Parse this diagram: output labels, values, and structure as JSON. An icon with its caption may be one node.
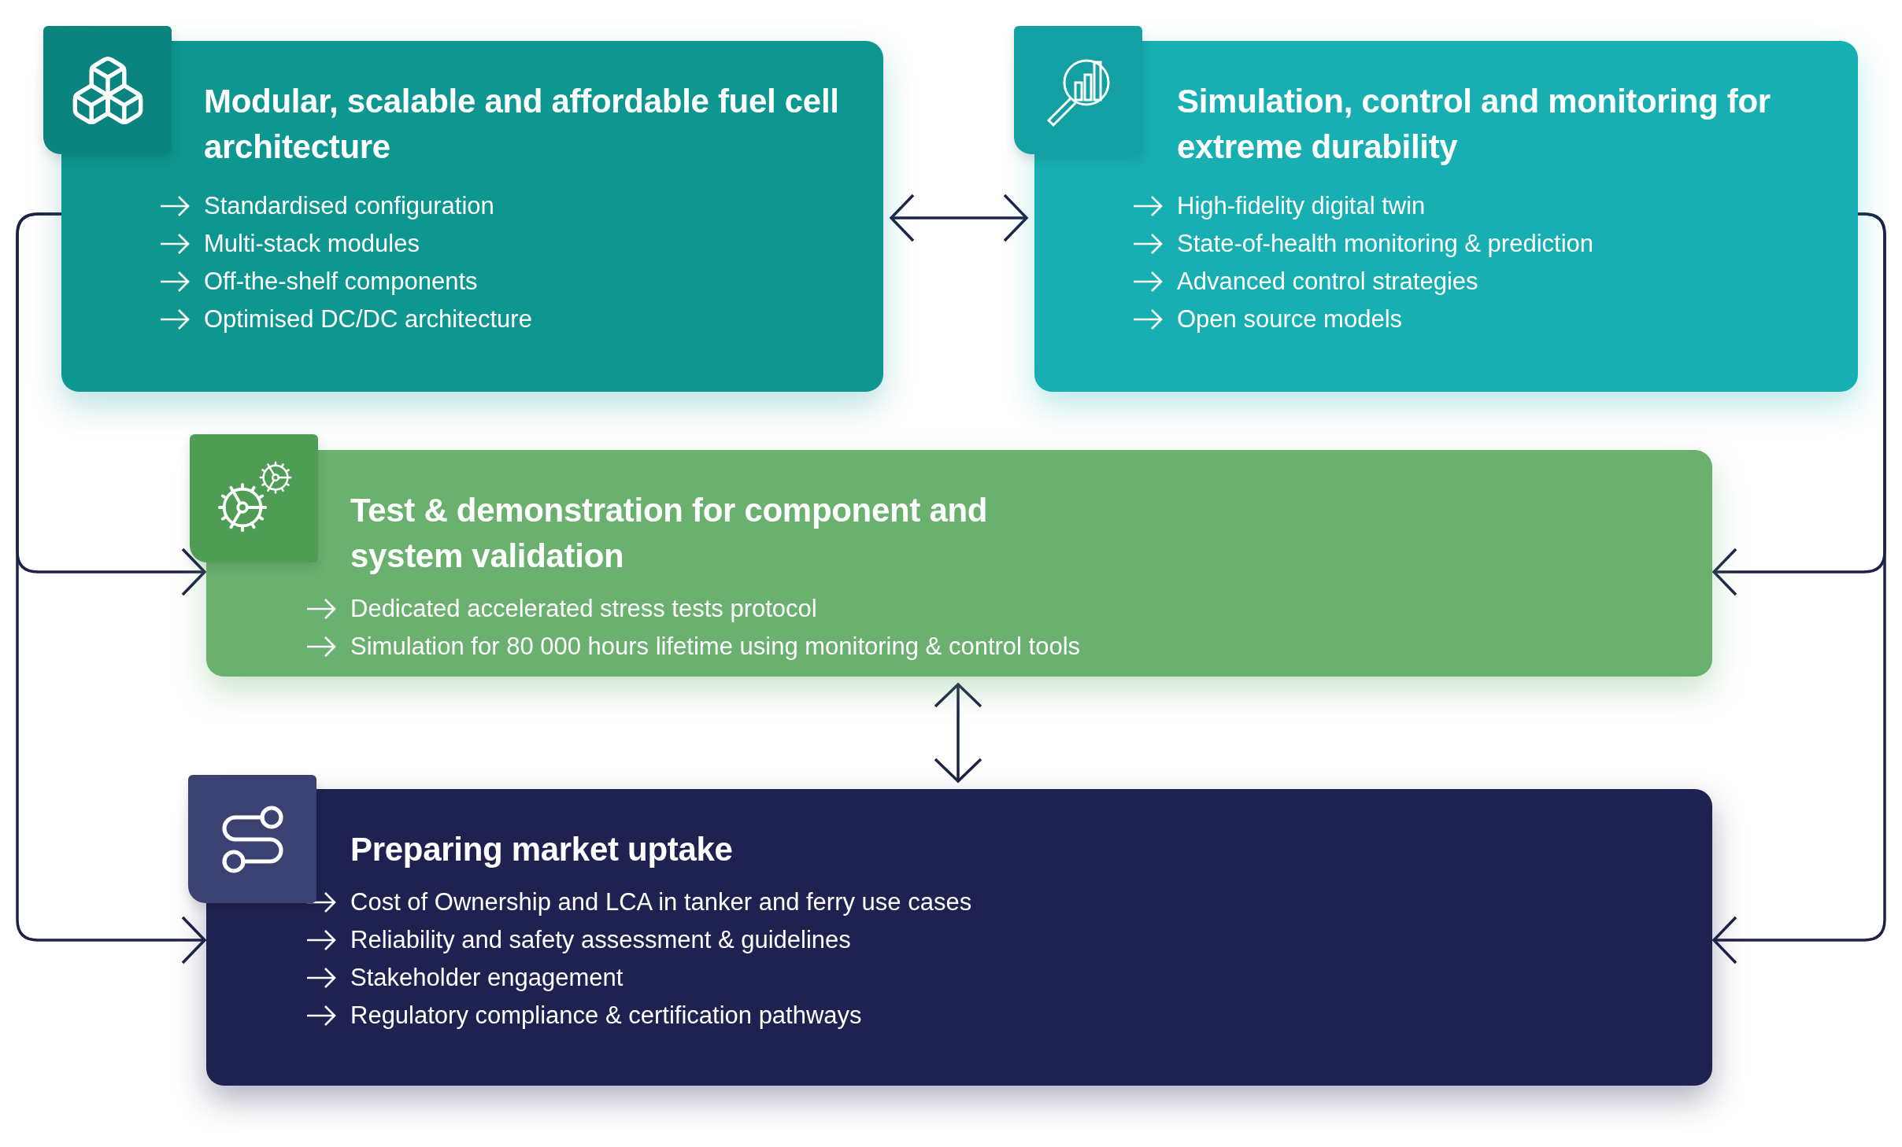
{
  "diagram": {
    "nodes": [
      {
        "text": [
          "Modular, scalable and affordable fuel cell architecture",
          "Standardised configuration",
          "Multi-stack modules",
          "Off-the-shelf components",
          "Optimised DC/DC architecture"
        ]
      },
      {
        "text": [
          "Simulation, control and monitoring for extreme durability",
          "High-fidelity digital twin",
          "State-of-health monitoring & prediction",
          "Advanced control strategies",
          "Open source models"
        ]
      },
      {
        "text": [
          "Test & demonstration for component and system validation",
          "Dedicated accelerated stress tests protocol",
          "Simulation for 80 000 hours lifetime using monitoring & control tools"
        ]
      },
      {
        "text": [
          "Preparing market uptake",
          "Cost of Ownership and LCA in tanker and ferry use cases",
          "Reliability and safety assessment & guidelines",
          "Stakeholder engagement",
          "Regulatory compliance & certification pathways"
        ]
      }
    ],
    "edges": [
      {
        "from": 0,
        "to": 1,
        "arrow": "both"
      },
      {
        "from": 0,
        "to": 2,
        "arrow": "to"
      },
      {
        "from": 0,
        "to": 3,
        "arrow": "to"
      },
      {
        "from": 1,
        "to": 2,
        "arrow": "to"
      },
      {
        "from": 1,
        "to": 3,
        "arrow": "to"
      },
      {
        "from": 2,
        "to": 3,
        "arrow": "both"
      }
    ]
  }
}
